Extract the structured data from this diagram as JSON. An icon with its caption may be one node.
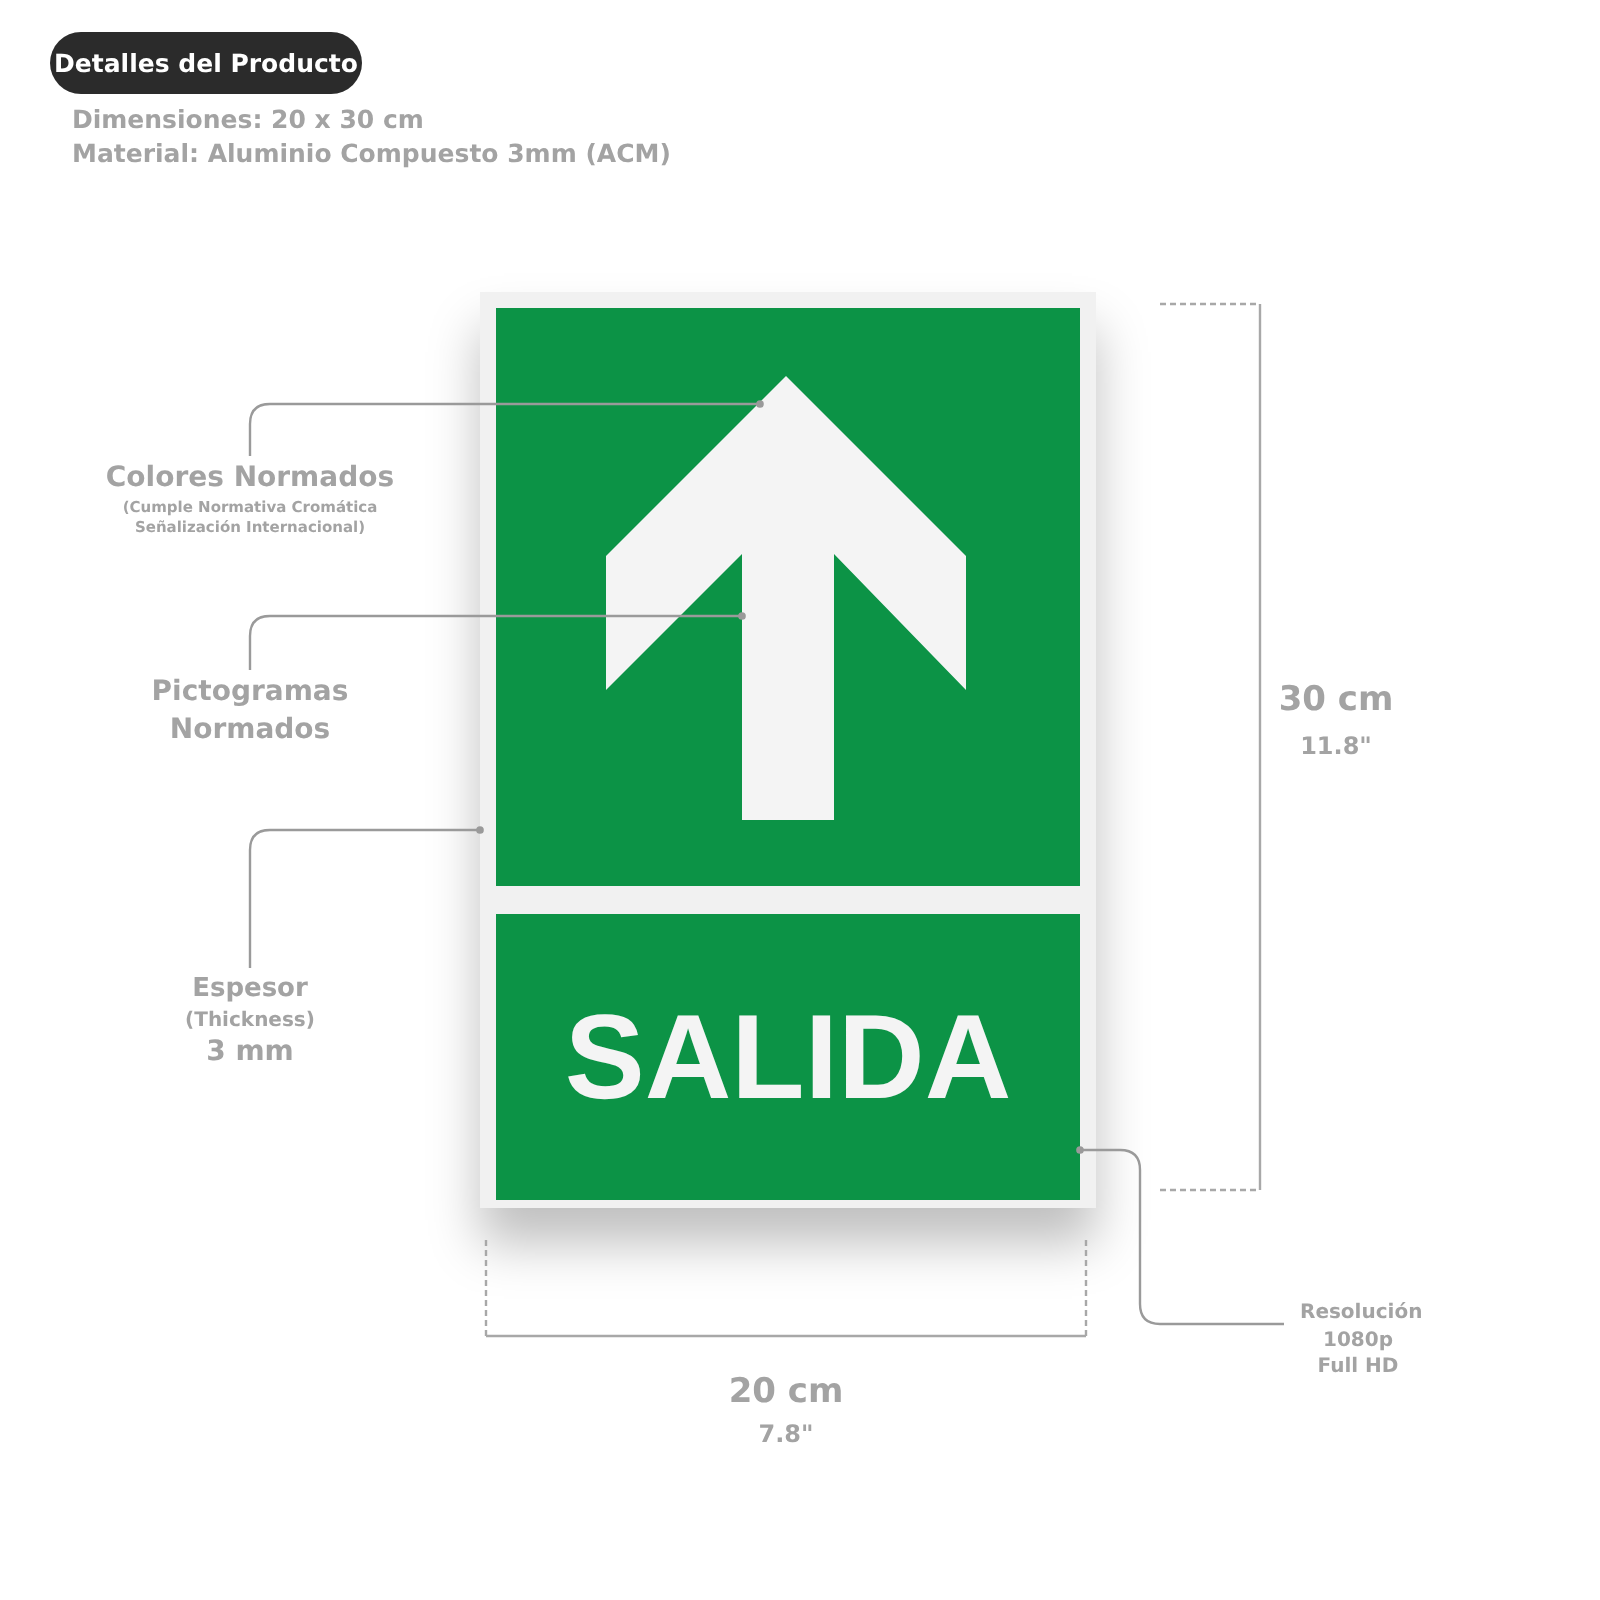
{
  "diagram": {
    "nodes": [
      {
        "text": [
          "Detalles del Producto"
        ]
      },
      {
        "text": [
          "Colores Normados",
          "(Cumple Normativa Cromática Señalización Internacional)"
        ]
      },
      {
        "text": [
          "Pictogramas Normados"
        ]
      },
      {
        "text": [
          "Espesor",
          "(Thickness)",
          "3 mm"
        ]
      },
      {
        "text": [
          "Resolución 1080p Full HD"
        ]
      },
      {
        "text": [],
        "shape": "box"
      },
      {
        "text": [],
        "shape": "box",
        "in": 5
      },
      {
        "text": [],
        "shape": "arrow",
        "in": 6
      },
      {
        "text": [
          "SALIDA"
        ],
        "in": 5
      }
    ],
    "edges": [
      {
        "from": 1,
        "to": 7,
        "arrow": "other"
      },
      {
        "from": 2,
        "to": 7,
        "arrow": "other"
      },
      {
        "from": 3,
        "to": 5,
        "arrow": "other"
      },
      {
        "from": 4,
        "to": 8,
        "arrow": "other"
      }
    ],
    "labels": [
      "Dimensiones: 20 x 30 cm",
      "Material: Aluminio Compuesto 3mm (ACM)",
      "30 cm",
      "11.8\"",
      "20 cm",
      "7.8\""
    ]
  }
}
